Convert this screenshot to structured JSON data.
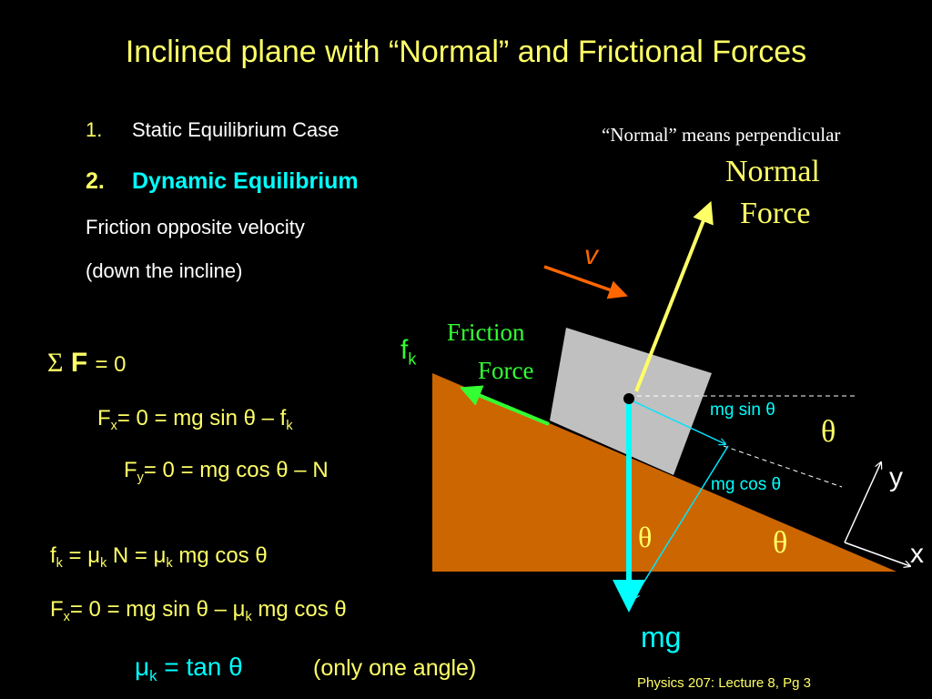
{
  "title": "Inclined plane with “Normal”  and Frictional Forces",
  "list": {
    "item1_num": "1.",
    "item1_text": "Static Equilibrium Case",
    "item2_num": "2.",
    "item2_text": "Dynamic Equilibrium",
    "line3": "Friction opposite velocity",
    "line4": "(down the incline)"
  },
  "equations": {
    "sum_symbol": "Σ",
    "sum_F": "F",
    "sum_rest": "= 0",
    "fx_F": "F",
    "fx_sub": "x",
    "fx_rest": "= 0 = mg sin θ  –  f",
    "fx_sub2": "k",
    "fy_F": "F",
    "fy_sub": "y",
    "fy_rest": "= 0 = mg cos θ – N",
    "fk_f": "f",
    "fk_sub": "k",
    "fk_eq1": "  = μ",
    "fk_sub2": "k",
    "fk_eq2": " N = μ",
    "fk_sub3": "k",
    "fk_eq3": " mg cos θ",
    "fx2_F": "F",
    "fx2_sub": "x",
    "fx2_rest": "= 0 = mg sin θ –  μ",
    "fx2_sub2": "k",
    "fx2_rest2": " mg cos θ",
    "mu_mu": "μ",
    "mu_sub": "k",
    "mu_rest": " = tan θ",
    "mu_note": "(only one angle)"
  },
  "diagram": {
    "normal_note": "“Normal” means perpendicular",
    "normal_force_line1": "Normal",
    "normal_force_line2": "Force",
    "velocity_label": "v",
    "friction_label_line1": "Friction",
    "friction_label_line2": "Force",
    "fk_f": "f",
    "fk_sub": "k",
    "mg_sin": "mg sin θ",
    "mg_cos": "mg cos θ",
    "theta_right": "θ",
    "theta_incline": "θ",
    "theta_weight": "θ",
    "mg_label": "mg",
    "axis_y": "y",
    "axis_x": "x"
  },
  "colors": {
    "title": "#ffff66",
    "incline": "#cc6600",
    "block": "#c0c0c0",
    "normal_arrow": "#ffff66",
    "weight_arrow": "#00ffff",
    "friction_arrow": "#33ff33",
    "velocity_arrow": "#ff6600"
  },
  "footer": "Physics 207: Lecture 8, Pg 3"
}
